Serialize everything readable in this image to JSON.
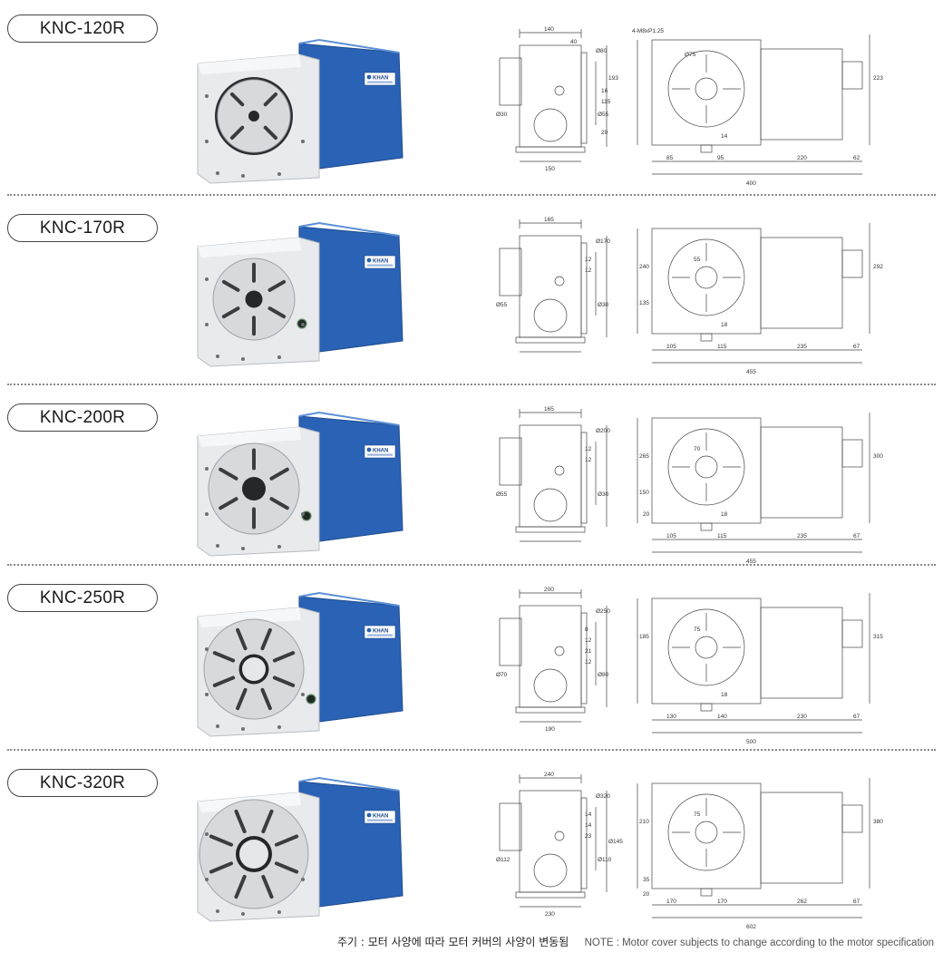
{
  "models": [
    {
      "name": "KNC-120R",
      "brand": "KHAN",
      "side_view": {
        "w": "140",
        "slot": "40",
        "h": "193",
        "d": "Ø30",
        "d2": "Ø80",
        "d3": "Ø55",
        "base": "150",
        "c": "115",
        "k": "16",
        "s": "20"
      },
      "front_view": {
        "bolt": "4-M8xP1.25",
        "dia": "Ø75",
        "a": "85",
        "b": "95",
        "c": "220",
        "d": "62",
        "total": "400",
        "h": "223",
        "key": "14"
      }
    },
    {
      "name": "KNC-170R",
      "brand": "KHAN",
      "side_view": {
        "w": "165",
        "d": "Ø55",
        "d2": "Ø170",
        "d3": "Ø30",
        "k1": "12",
        "k2": "12"
      },
      "front_view": {
        "inner": "55",
        "a": "105",
        "b": "115",
        "c": "235",
        "d": "67",
        "total": "455",
        "h": "292",
        "h2": "240",
        "h3": "135",
        "key": "18"
      }
    },
    {
      "name": "KNC-200R",
      "brand": "KHAN",
      "side_view": {
        "w": "165",
        "d": "Ø55",
        "d2": "Ø200",
        "d3": "Ø30",
        "k1": "12",
        "k2": "12"
      },
      "front_view": {
        "inner": "70",
        "a": "105",
        "b": "115",
        "c": "235",
        "d": "67",
        "total": "455",
        "h": "300",
        "h2": "265",
        "h3": "150",
        "key": "18",
        "s": "20"
      }
    },
    {
      "name": "KNC-250R",
      "brand": "KHAN",
      "side_view": {
        "w": "200",
        "k1": "8",
        "k2": "12",
        "d": "Ø70",
        "d2": "Ø250",
        "d3": "Ø80",
        "k3": "21",
        "k4": "12",
        "base": "190"
      },
      "front_view": {
        "inner": "75",
        "a": "130",
        "b": "140",
        "c": "230",
        "d": "67",
        "total": "500",
        "h": "315",
        "h2": "185",
        "key": "18"
      }
    },
    {
      "name": "KNC-320R",
      "brand": "KHAN",
      "side_view": {
        "w": "240",
        "d": "Ø112",
        "d2": "Ø320",
        "d3": "Ø110",
        "d4": "Ø145",
        "k1": "14",
        "k2": "14",
        "k3": "23",
        "base": "230"
      },
      "front_view": {
        "inner": "75",
        "a": "170",
        "b": "170",
        "c": "262",
        "d": "67",
        "total": "602",
        "h": "380",
        "h2": "210",
        "s": "35",
        "s2": "20"
      }
    }
  ],
  "footer": {
    "note_kr": "주기 : 모터 사양에 따라 모터 커버의 사양이 변동됨",
    "note_en": "NOTE : Motor cover subjects to change according to the motor specification"
  },
  "colors": {
    "motor_cover": "#2a63b5",
    "body": "#e9eaec",
    "faceplate": "#d7d9dc",
    "line": "#444444"
  }
}
